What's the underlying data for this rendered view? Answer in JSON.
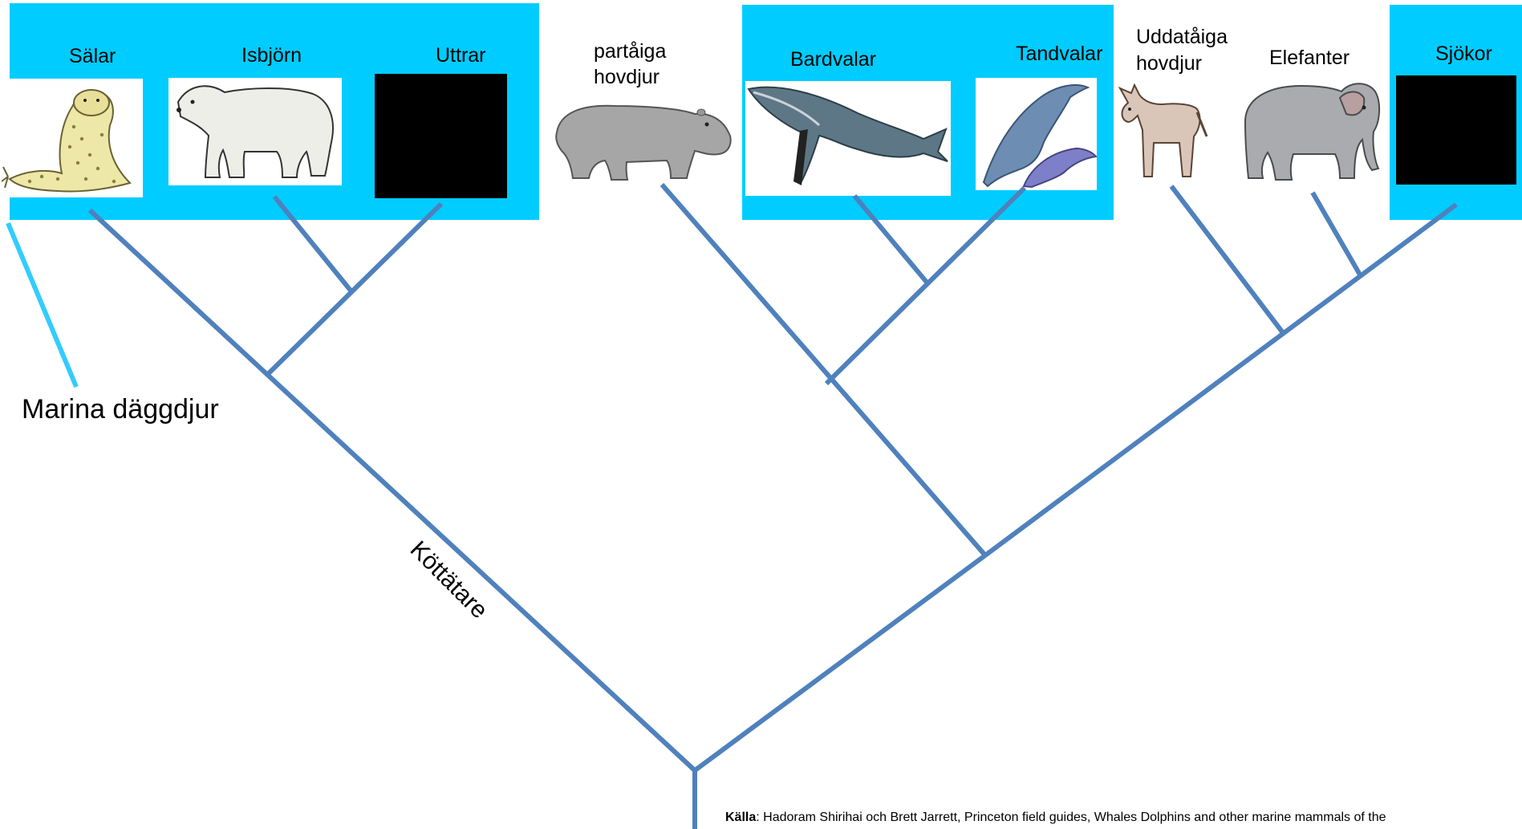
{
  "colors": {
    "panel": "#00CCFF",
    "branch": "#4F81BD",
    "marine_line": "#33CCFF",
    "background": "#FFFFFF"
  },
  "taxa": [
    {
      "id": "salar",
      "label": "Sälar",
      "image": "seal-icon"
    },
    {
      "id": "isbjorn",
      "label": "Isbjörn",
      "image": "polar-bear-icon"
    },
    {
      "id": "uttrar",
      "label": "Uttrar",
      "image": "redacted-black-box"
    },
    {
      "id": "partaiga",
      "label_line1": "partåiga",
      "label_line2": "hovdjur",
      "image": "hippo-icon"
    },
    {
      "id": "bardvalar",
      "label": "Bardvalar",
      "image": "baleen-whale-icon"
    },
    {
      "id": "tandvalar",
      "label": "Tandvalar",
      "image": "dolphin-icon"
    },
    {
      "id": "uddataiga",
      "label_line1": "Uddatåiga",
      "label_line2": "hovdjur",
      "image": "donkey-icon"
    },
    {
      "id": "elefanter",
      "label": "Elefanter",
      "image": "elephant-icon"
    },
    {
      "id": "sjokor",
      "label": "Sjökor",
      "image": "redacted-black-box"
    }
  ],
  "annotations": {
    "marine": "Marina däggdjur",
    "carnivores": "Köttätare"
  },
  "source": {
    "label": "Källa",
    "text": ": Hadoram Shirihai och Brett Jarrett, Princeton field guides, Whales Dolphins and other marine mammals of the"
  }
}
